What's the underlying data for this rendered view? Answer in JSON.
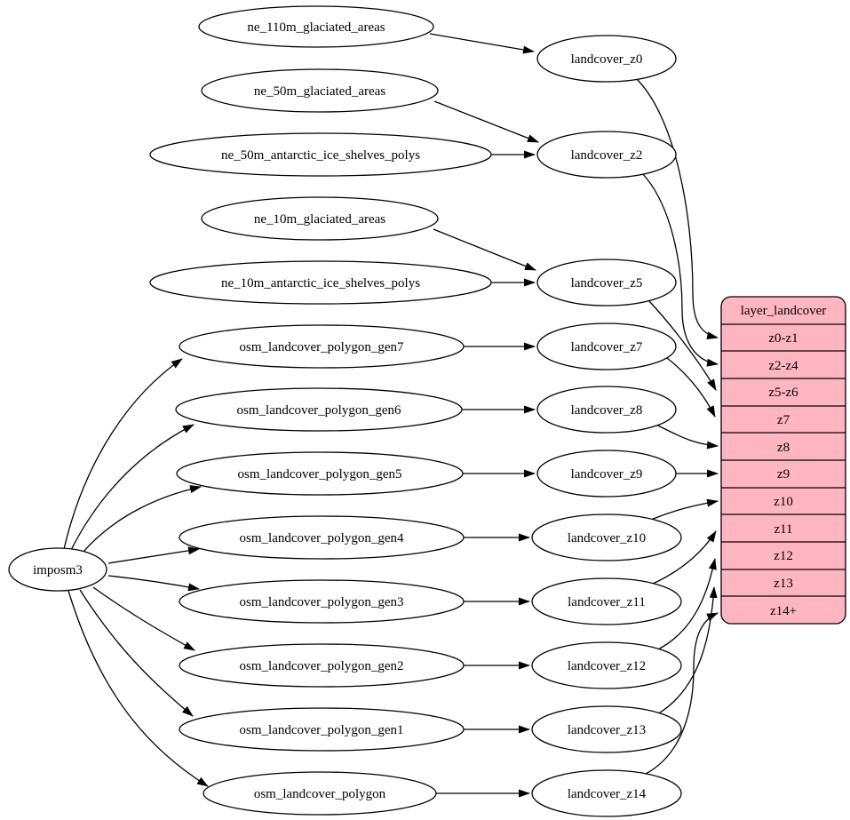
{
  "colors": {
    "background": "#ffffff",
    "node_fill": "#ffffff",
    "node_stroke": "#000000",
    "edge_color": "#000000",
    "table_fill": "#ffb6c1",
    "text_color": "#000000"
  },
  "nodes": {
    "imposm3": "imposm3",
    "ne_110m_glaciated_areas": "ne_110m_glaciated_areas",
    "ne_50m_glaciated_areas": "ne_50m_glaciated_areas",
    "ne_50m_antarctic_ice_shelves_polys": "ne_50m_antarctic_ice_shelves_polys",
    "ne_10m_glaciated_areas": "ne_10m_glaciated_areas",
    "ne_10m_antarctic_ice_shelves_polys": "ne_10m_antarctic_ice_shelves_polys",
    "osm_landcover_polygon_gen7": "osm_landcover_polygon_gen7",
    "osm_landcover_polygon_gen6": "osm_landcover_polygon_gen6",
    "osm_landcover_polygon_gen5": "osm_landcover_polygon_gen5",
    "osm_landcover_polygon_gen4": "osm_landcover_polygon_gen4",
    "osm_landcover_polygon_gen3": "osm_landcover_polygon_gen3",
    "osm_landcover_polygon_gen2": "osm_landcover_polygon_gen2",
    "osm_landcover_polygon_gen1": "osm_landcover_polygon_gen1",
    "osm_landcover_polygon": "osm_landcover_polygon",
    "landcover_z0": "landcover_z0",
    "landcover_z2": "landcover_z2",
    "landcover_z5": "landcover_z5",
    "landcover_z7": "landcover_z7",
    "landcover_z8": "landcover_z8",
    "landcover_z9": "landcover_z9",
    "landcover_z10": "landcover_z10",
    "landcover_z11": "landcover_z11",
    "landcover_z12": "landcover_z12",
    "landcover_z13": "landcover_z13",
    "landcover_z14": "landcover_z14"
  },
  "table": {
    "title": "layer_landcover",
    "rows": [
      "z0-z1",
      "z2-z4",
      "z5-z6",
      "z7",
      "z8",
      "z9",
      "z10",
      "z11",
      "z12",
      "z13",
      "z14+"
    ]
  },
  "edges": [
    {
      "from": "imposm3",
      "to": "osm_landcover_polygon_gen7"
    },
    {
      "from": "imposm3",
      "to": "osm_landcover_polygon_gen6"
    },
    {
      "from": "imposm3",
      "to": "osm_landcover_polygon_gen5"
    },
    {
      "from": "imposm3",
      "to": "osm_landcover_polygon_gen4"
    },
    {
      "from": "imposm3",
      "to": "osm_landcover_polygon_gen3"
    },
    {
      "from": "imposm3",
      "to": "osm_landcover_polygon_gen2"
    },
    {
      "from": "imposm3",
      "to": "osm_landcover_polygon_gen1"
    },
    {
      "from": "imposm3",
      "to": "osm_landcover_polygon"
    },
    {
      "from": "ne_110m_glaciated_areas",
      "to": "landcover_z0"
    },
    {
      "from": "ne_50m_glaciated_areas",
      "to": "landcover_z2"
    },
    {
      "from": "ne_50m_antarctic_ice_shelves_polys",
      "to": "landcover_z2"
    },
    {
      "from": "ne_10m_glaciated_areas",
      "to": "landcover_z5"
    },
    {
      "from": "ne_10m_antarctic_ice_shelves_polys",
      "to": "landcover_z5"
    },
    {
      "from": "osm_landcover_polygon_gen7",
      "to": "landcover_z7"
    },
    {
      "from": "osm_landcover_polygon_gen6",
      "to": "landcover_z8"
    },
    {
      "from": "osm_landcover_polygon_gen5",
      "to": "landcover_z9"
    },
    {
      "from": "osm_landcover_polygon_gen4",
      "to": "landcover_z10"
    },
    {
      "from": "osm_landcover_polygon_gen3",
      "to": "landcover_z11"
    },
    {
      "from": "osm_landcover_polygon_gen2",
      "to": "landcover_z12"
    },
    {
      "from": "osm_landcover_polygon_gen1",
      "to": "landcover_z13"
    },
    {
      "from": "osm_landcover_polygon",
      "to": "landcover_z14"
    },
    {
      "from": "landcover_z0",
      "to": "layer_landcover.z0-z1"
    },
    {
      "from": "landcover_z2",
      "to": "layer_landcover.z2-z4"
    },
    {
      "from": "landcover_z5",
      "to": "layer_landcover.z5-z6"
    },
    {
      "from": "landcover_z7",
      "to": "layer_landcover.z7"
    },
    {
      "from": "landcover_z8",
      "to": "layer_landcover.z8"
    },
    {
      "from": "landcover_z9",
      "to": "layer_landcover.z9"
    },
    {
      "from": "landcover_z10",
      "to": "layer_landcover.z10"
    },
    {
      "from": "landcover_z11",
      "to": "layer_landcover.z11"
    },
    {
      "from": "landcover_z12",
      "to": "layer_landcover.z12"
    },
    {
      "from": "landcover_z13",
      "to": "layer_landcover.z13"
    },
    {
      "from": "landcover_z14",
      "to": "layer_landcover.z14+"
    }
  ]
}
